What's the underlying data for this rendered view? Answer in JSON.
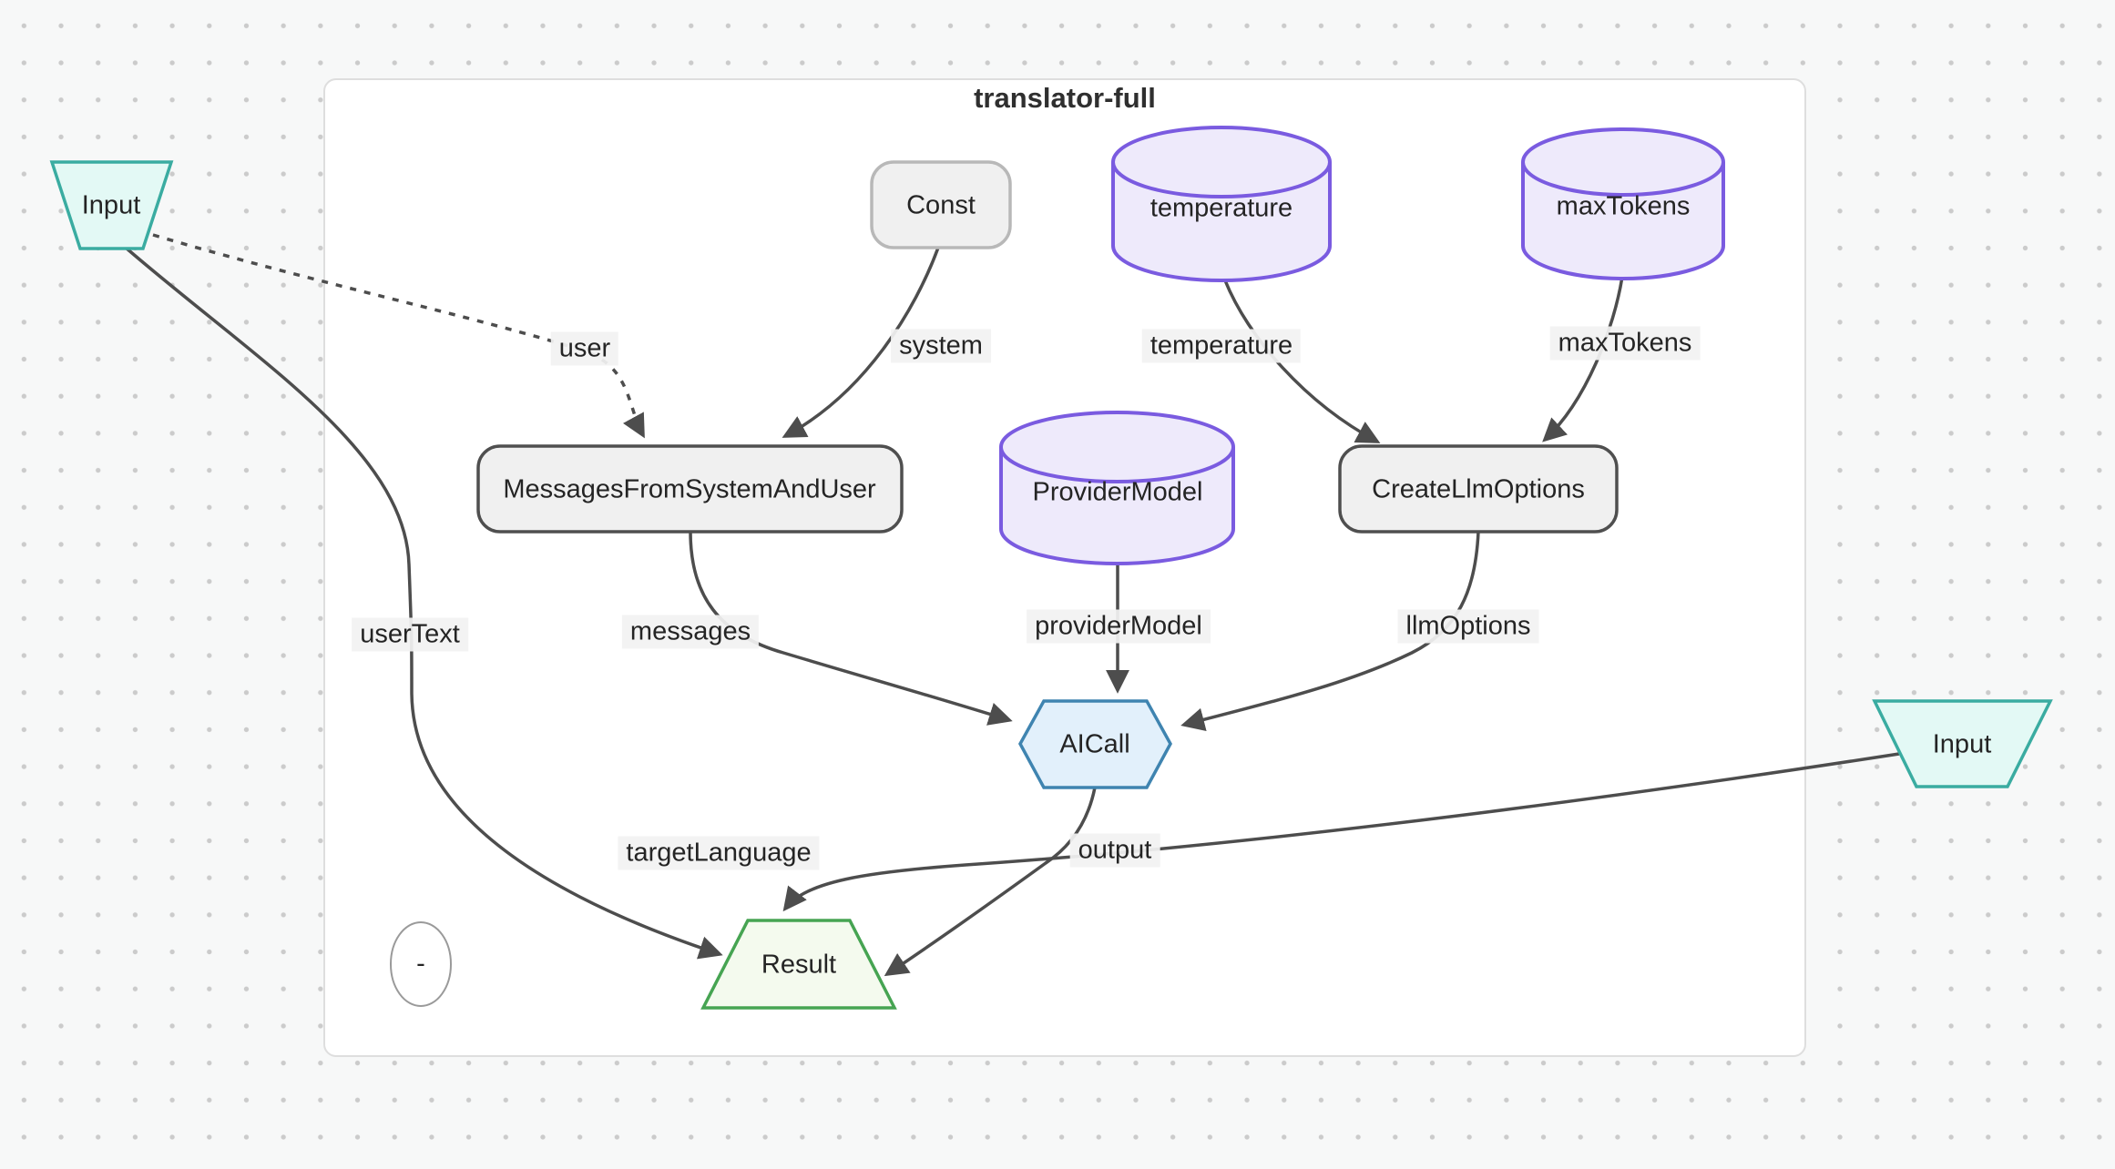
{
  "diagram": {
    "title": "translator-full",
    "nodes": [
      {
        "id": "input-left",
        "label": "Input",
        "shape": "inv-trapezoid"
      },
      {
        "id": "const",
        "label": "Const",
        "shape": "rounded-rect"
      },
      {
        "id": "temperature",
        "label": "temperature",
        "shape": "cylinder"
      },
      {
        "id": "maxtokens",
        "label": "maxTokens",
        "shape": "cylinder"
      },
      {
        "id": "messages",
        "label": "MessagesFromSystemAndUser",
        "shape": "rounded-rect"
      },
      {
        "id": "providermodel",
        "label": "ProviderModel",
        "shape": "cylinder"
      },
      {
        "id": "createllmoptions",
        "label": "CreateLlmOptions",
        "shape": "rounded-rect"
      },
      {
        "id": "aicall",
        "label": "AICall",
        "shape": "hexagon"
      },
      {
        "id": "result",
        "label": "Result",
        "shape": "trapezoid"
      },
      {
        "id": "input-right",
        "label": "Input",
        "shape": "inv-trapezoid"
      },
      {
        "id": "minus",
        "label": "-",
        "shape": "circle"
      }
    ],
    "edges": [
      {
        "label": "user",
        "from": "input-left",
        "to": "messages",
        "style": "dashed"
      },
      {
        "label": "system",
        "from": "const",
        "to": "messages",
        "style": "solid"
      },
      {
        "label": "temperature",
        "from": "temperature",
        "to": "createllmoptions",
        "style": "solid"
      },
      {
        "label": "maxTokens",
        "from": "maxtokens",
        "to": "createllmoptions",
        "style": "solid"
      },
      {
        "label": "userText",
        "from": "input-left",
        "to": "result",
        "style": "solid"
      },
      {
        "label": "messages",
        "from": "messages",
        "to": "aicall",
        "style": "solid"
      },
      {
        "label": "providerModel",
        "from": "providermodel",
        "to": "aicall",
        "style": "solid"
      },
      {
        "label": "llmOptions",
        "from": "createllmoptions",
        "to": "aicall",
        "style": "solid"
      },
      {
        "label": "output",
        "from": "aicall",
        "to": "result",
        "style": "solid"
      },
      {
        "label": "targetLanguage",
        "from": "input-right",
        "to": "result",
        "style": "solid"
      }
    ],
    "colors": {
      "edge": "#4d4d4d",
      "edge_label_bg": "#f2f2f2",
      "input_border": "#3aaca1",
      "input_fill": "#e3f9f5",
      "cylinder_border": "#7a5be0",
      "cylinder_fill": "#eeeafb",
      "process_border": "#4f4f4f",
      "process_fill": "#f0f0f0",
      "const_border": "#b8b8b8",
      "const_fill": "#f0f0f0",
      "hexagon_border": "#3f84b0",
      "hexagon_fill": "#e2f0fb",
      "result_border": "#46a452",
      "result_fill": "#f4faee",
      "cluster_bg": "#ffffff",
      "cluster_border": "#dedede",
      "page_bg": "#f7f8f8"
    }
  }
}
